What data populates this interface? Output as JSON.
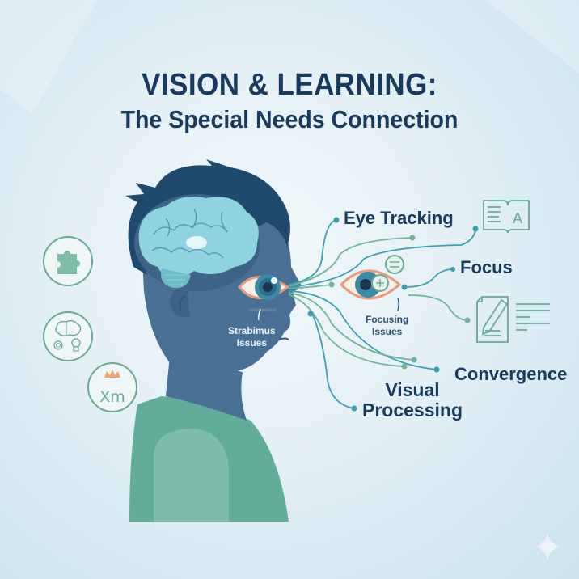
{
  "header": {
    "title_line1": "VISION & LEARNING:",
    "title_line2": "The Special Needs Connection"
  },
  "labels": {
    "eye_tracking": "Eye Tracking",
    "focus": "Focus",
    "convergence": "Convergence",
    "visual_processing_line1": "Visual",
    "visual_processing_line2": "Processing",
    "focusing_issues_line1": "Focusing",
    "focusing_issues_line2": "Issues",
    "strabimus_issues_line1": "Strabimus",
    "strabimus_issues_line2": "Issues"
  },
  "left_icons": [
    {
      "name": "puzzle-piece-icon"
    },
    {
      "name": "brain-lightbulb-icon"
    },
    {
      "name": "crown-xm-icon",
      "text": "Xm"
    }
  ],
  "right_icons": [
    {
      "name": "open-book-icon",
      "text": "A"
    },
    {
      "name": "document-pencil-icon"
    }
  ],
  "colors": {
    "title": "#173a5e",
    "hair": "#1f4a6e",
    "skin": "#4a6f94",
    "brain": "#8fd3df",
    "shirt": "#62ad9a",
    "shirt_light": "#7dbcaa",
    "line_teal": "#3a9fb0",
    "line_green": "#6fb59a",
    "eye_ring": "#e99a7c",
    "iris": "#3b8aa6",
    "icon_stroke": "#6aa994"
  }
}
